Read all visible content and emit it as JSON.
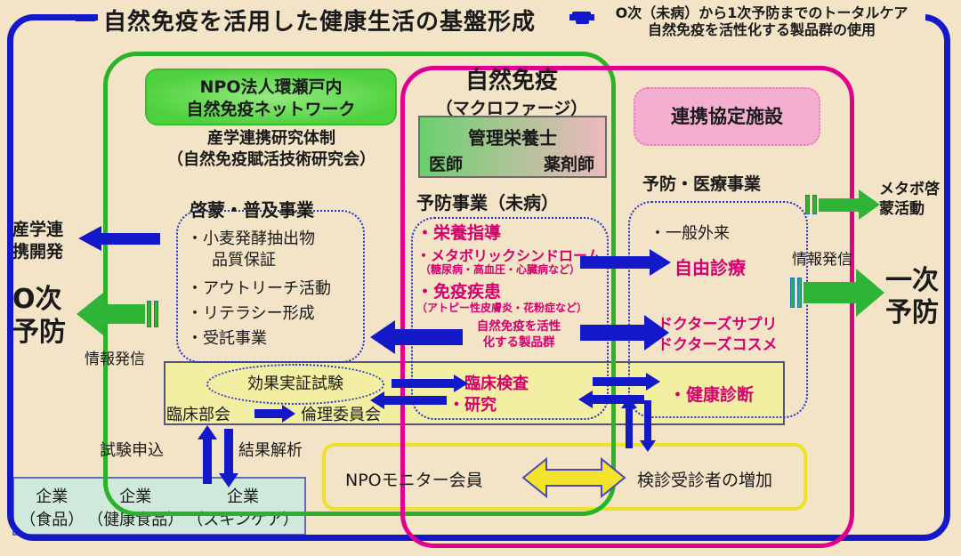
{
  "colors": {
    "background": "#f3e4c7",
    "outer_border": "#1318c8",
    "green_frame": "#2ab32a",
    "magenta_frame": "#e00090",
    "magenta_text": "#d4006e",
    "band_yellow": "#f2efa3",
    "monitor_border": "#efe126",
    "company_box": "#cfe9db",
    "npo_box_green": "#4ed13e",
    "facility_pink": "#f3aed0",
    "blue_arrow": "#1318c8",
    "green_arrow": "#2eb437",
    "yellow_arrow": "#f3e32c"
  },
  "header": {
    "title": "自然免疫を活用した健康生活の基盤形成",
    "note_line1": "O次（未病）から1次予防までのトータルケア",
    "note_line2": "自然免疫を活性化する製品群の使用"
  },
  "npo": {
    "name_line1": "NPO法人環瀬戸内",
    "name_line2": "自然免疫ネットワーク",
    "system_line1": "産学連携研究体制",
    "system_line2": "（自然免疫賦活技術研究会）"
  },
  "immunity": {
    "title": "自然免疫",
    "subtitle": "（マクロファージ）",
    "dietitian": "管理栄養士",
    "doctor": "医師",
    "pharmacist": "薬剤師"
  },
  "facility": {
    "label": "連携協定施設",
    "business": "予防・医療事業"
  },
  "outreach": {
    "header": "啓蒙・普及事業",
    "item1": "・小麦発酵抽出物",
    "item1b": "品質保証",
    "item2": "・アウトリーチ活動",
    "item3": "・リテラシー形成",
    "item4": "・受託事業"
  },
  "prevention": {
    "header": "予防事業（未病）",
    "item1": "・栄養指導",
    "item2": "・メタボリックシンドローム",
    "item2_note": "（糖尿病・高血圧・心臓病など）",
    "item3": "・免疫疾患",
    "item3_note": "（アトピー性皮膚炎・花粉症など）"
  },
  "medical": {
    "general": "・一般外来",
    "free_practice": "自由診療",
    "supplement": "・ドクターズサプリ",
    "cosme": "・ドクターズコスメ"
  },
  "side_left": {
    "sangaku_line1": "産学連",
    "sangaku_line2": "携開発",
    "zero_line1": "O次",
    "zero_line2": "予防",
    "info": "情報発信"
  },
  "side_right": {
    "metabo_line1": "メタボ啓",
    "metabo_line2": "蒙活動",
    "info": "情報発信",
    "primary_line1": "一次",
    "primary_line2": "予防"
  },
  "products": {
    "line1": "自然免疫を活性",
    "line2": "化する製品群"
  },
  "trial_band": {
    "effect": "効果実証試験",
    "clinical_dept": "臨床部会",
    "ethics": "倫理委員会",
    "exam": "・臨床検査",
    "research": "・研究",
    "checkup": "・健康診断"
  },
  "bottom": {
    "apply": "試験申込",
    "result": "結果解析",
    "monitor": "NPOモニター会員",
    "increase": "検診受診者の増加"
  },
  "companies": {
    "c1_name": "企業",
    "c1_type": "（食品）",
    "c2_name": "企業",
    "c2_type": "（健康食品）",
    "c3_name": "企業",
    "c3_type": "（スキンケア）"
  }
}
